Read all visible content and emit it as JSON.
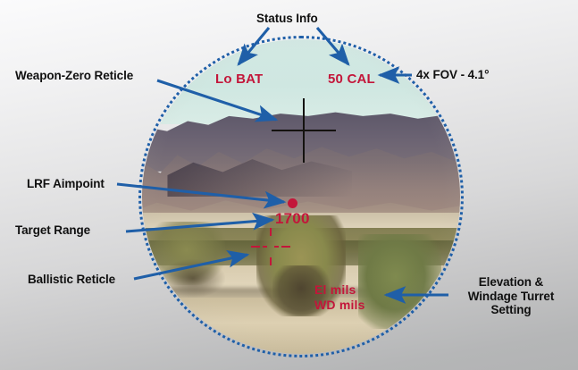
{
  "figure": {
    "title": "Riflescope heads-up display callout diagram",
    "background_top": "#fbfbfc",
    "background_bottom": "#b2b3b4",
    "accent_arrow_color": "#1f5fa8",
    "osd_color": "#c3163a",
    "reticle_color": "#14120f",
    "ring_color": "#1f5fa8"
  },
  "scope": {
    "osd": {
      "low_battery": "Lo BAT",
      "ammo_profile": "50 CAL",
      "target_range": "1700",
      "turret_setting_line1": "El mils",
      "turret_setting_line2": "WD mils"
    },
    "reticles": {
      "weapon_zero": "weapon-zero-cross",
      "ballistic": "ballistic-dashed-cross",
      "lrf_aimpoint": "lrf-red-dot"
    }
  },
  "callouts": {
    "status_info": "Status Info",
    "weapon_zero_reticle": "Weapon-Zero Reticle",
    "fov": "4x FOV - 4.1°",
    "lrf_aimpoint": "LRF Aimpoint",
    "target_range": "Target Range",
    "ballistic_reticle": "Ballistic Reticle",
    "turret_setting_line1": "Elevation &",
    "turret_setting_line2": "Windage Turret",
    "turret_setting_line3": "Setting"
  }
}
